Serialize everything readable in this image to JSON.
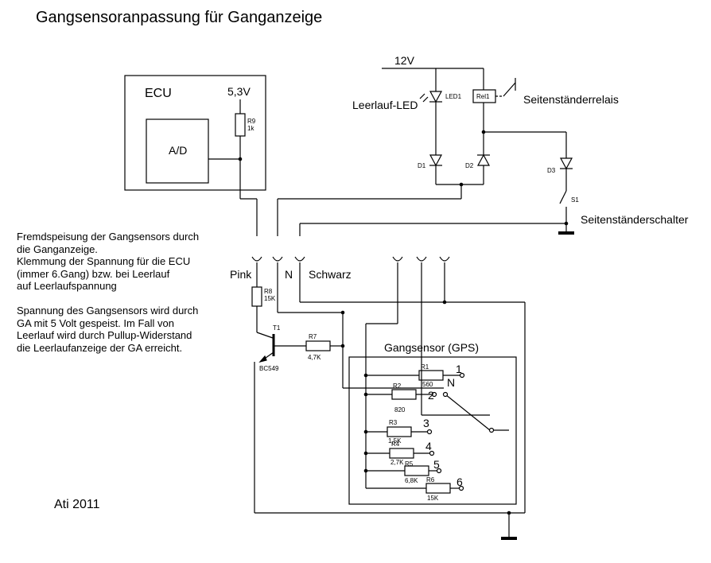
{
  "title": "Gangsensoranpassung für Ganganzeige",
  "labels": {
    "ecu": "ECU",
    "ad": "A/D",
    "v53": "5,3V",
    "r9_name": "R9",
    "r9_val": "1k",
    "v12": "12V",
    "leerlauf_led": "Leerlauf-LED",
    "led1": "LED1",
    "rel1": "Rel1",
    "seitenstaenderrelais": "Seitenständerrelais",
    "d1": "D1",
    "d2": "D2",
    "d3": "D3",
    "s1": "S1",
    "seitenstaenderschalter": "Seitenständerschalter",
    "pink": "Pink",
    "n": "N",
    "schwarz": "Schwarz",
    "r8_name": "R8",
    "r8_val": "15K",
    "t1": "T1",
    "bc549": "BC549",
    "r7_name": "R7",
    "r7_val": "4,7K",
    "gangsensor": "Gangsensor (GPS)"
  },
  "sensor_resistors": [
    {
      "name": "R1",
      "value": "560",
      "gear": "1"
    },
    {
      "name": "R2",
      "value": "820",
      "gear": "2"
    },
    {
      "name": "R3",
      "value": "1,5K",
      "gear": "3"
    },
    {
      "name": "R4",
      "value": "2,7K",
      "gear": "4"
    },
    {
      "name": "R5",
      "value": "6,8K",
      "gear": "5"
    },
    {
      "name": "R6",
      "value": "15K",
      "gear": "6"
    }
  ],
  "notes": "Fremdspeisung der Gangsensors durch\ndie Ganganzeige.\nKlemmung der Spannung für die ECU\n(immer 6.Gang) bzw. bei Leerlauf\nauf Leerlaufspannung\n\nSpannung des Gangsensors wird durch\nGA mit 5 Volt gespeist. Im Fall von\nLeerlauf wird durch Pullup-Widerstand\ndie Leerlaufanzeige der GA erreicht.",
  "credit": "Ati 2011"
}
